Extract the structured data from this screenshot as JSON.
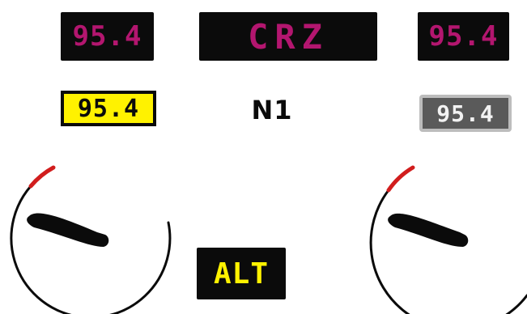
{
  "top": {
    "left_value": "95.4",
    "mode": "CRZ",
    "right_value": "95.4"
  },
  "middle": {
    "left_value": "95.4",
    "label": "N1",
    "right_value": "95.4"
  },
  "bottom": {
    "mode": "ALT"
  },
  "icons": {
    "left_gauge": "dial-gauge-icon",
    "right_gauge": "dial-gauge-icon"
  },
  "colors": {
    "magenta": "#b3166f",
    "yellow": "#fff200",
    "dark": "#0b0b0b",
    "grey_box": "#5a5a5a",
    "gauge_red": "#d11d1d"
  }
}
